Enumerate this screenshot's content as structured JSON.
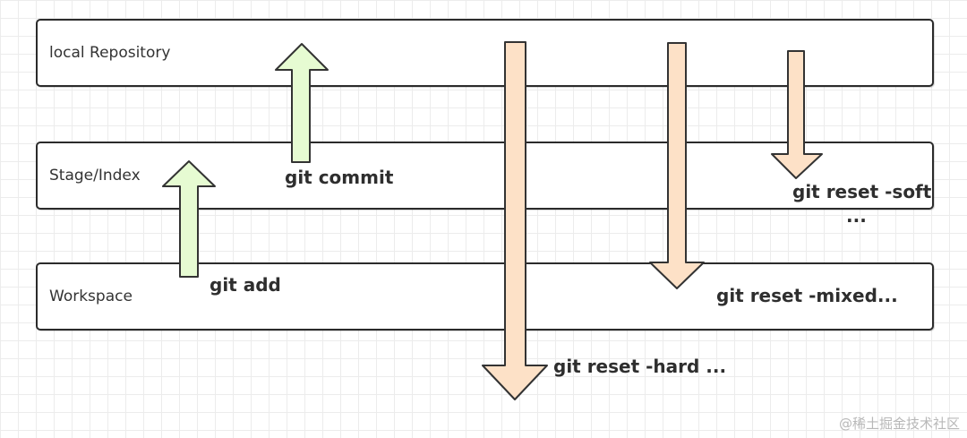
{
  "layers": {
    "repository": "local Repository",
    "stage": "Stage/Index",
    "workspace": "Workspace"
  },
  "commands": {
    "add": "git add",
    "commit": "git commit",
    "reset_soft": "git reset -soft",
    "reset_soft_more": "...",
    "reset_mixed": "git reset -mixed...",
    "reset_hard": "git reset -hard ..."
  },
  "colors": {
    "up_arrow_fill": "#e6fbd2",
    "down_arrow_fill": "#fde1c7",
    "arrow_stroke": "#333333"
  },
  "watermark": "@稀土掘金技术社区"
}
